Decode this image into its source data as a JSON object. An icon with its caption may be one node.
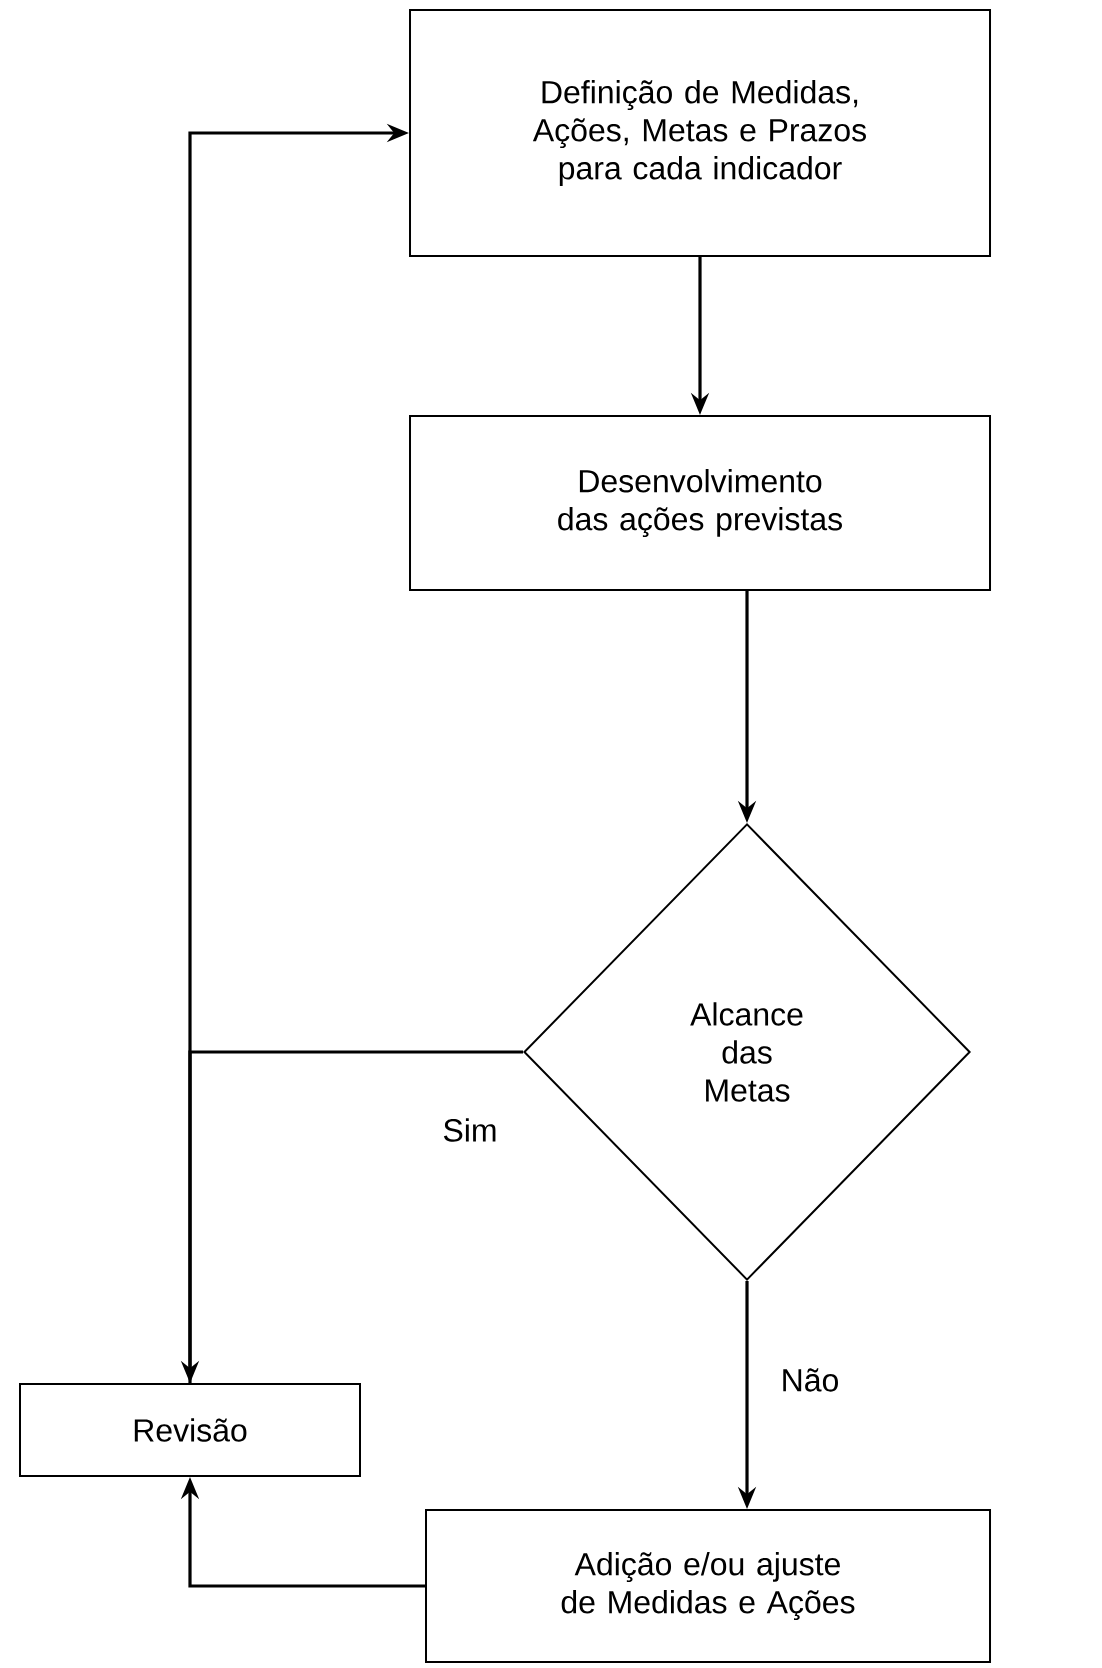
{
  "diagram": {
    "nodes": [
      {
        "text": [
          "Definição de Medidas, Ações, Metas e Prazos para cada indicador"
        ]
      },
      {
        "text": [
          "Desenvolvimento das ações previstas"
        ]
      },
      {
        "text": [
          "Alcance das Metas"
        ]
      },
      {
        "text": [
          "Revisão"
        ]
      },
      {
        "text": [
          "Adição e/ou ajuste de Medidas e Ações"
        ]
      }
    ],
    "edges": [
      {
        "from": 0,
        "to": 1,
        "arrow": "to"
      },
      {
        "from": 1,
        "to": 2,
        "arrow": "to"
      },
      {
        "from": 2,
        "to": 3,
        "arrow": "to",
        "label": "Sim"
      },
      {
        "from": 2,
        "to": 4,
        "arrow": "to",
        "label": "Não"
      },
      {
        "from": 4,
        "to": 3,
        "arrow": "to"
      },
      {
        "from": 3,
        "to": 0,
        "arrow": "to"
      }
    ]
  }
}
